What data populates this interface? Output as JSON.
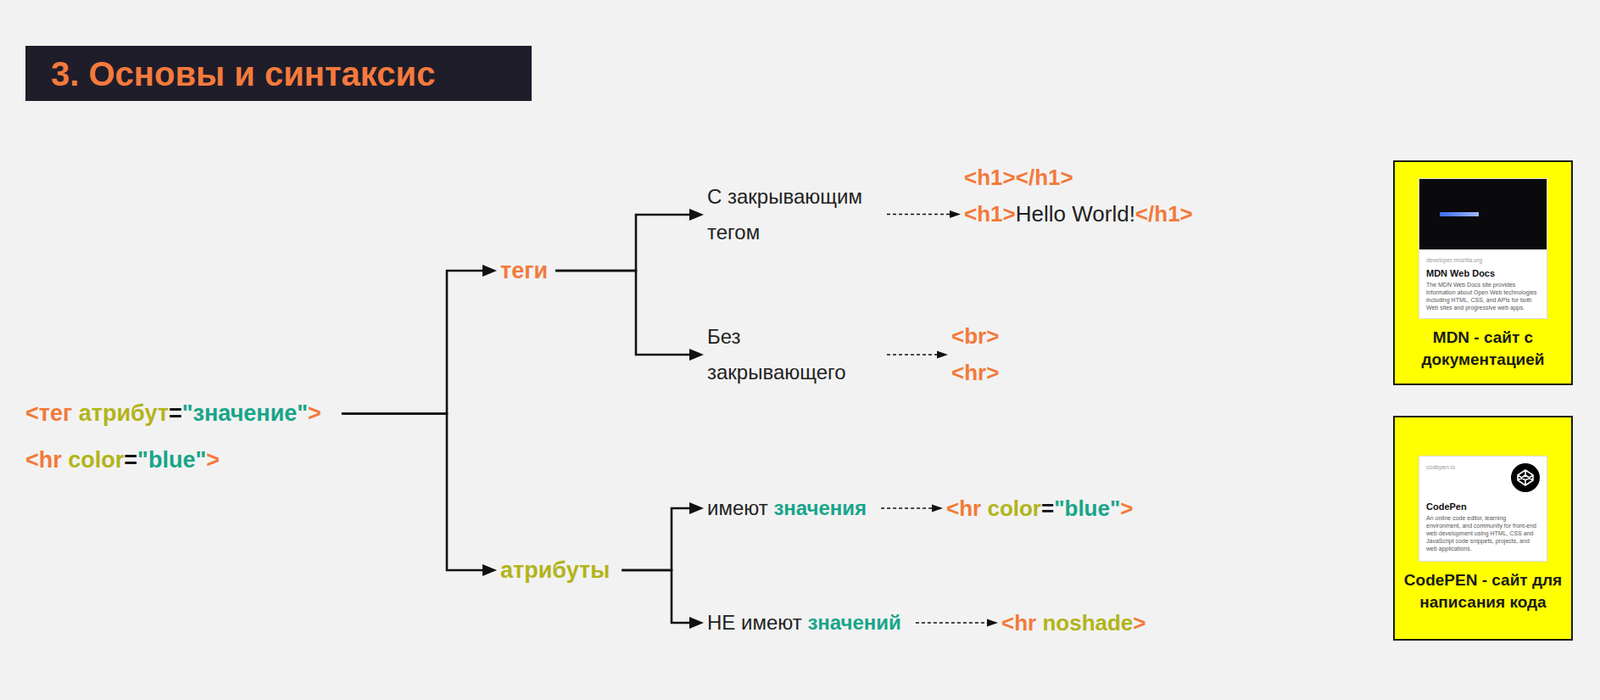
{
  "diagram": {
    "title": "3. Основы и синтаксис",
    "nodes": [
      {
        "text": [
          "<тег атрибут=\"значение\">",
          "<hr color=\"blue\">"
        ]
      },
      {
        "text": [
          "теги"
        ]
      },
      {
        "text": [
          "С закрывающим тегом"
        ]
      },
      {
        "text": [
          "<h1></h1>",
          "<h1>Hello World!</h1>"
        ]
      },
      {
        "text": [
          "Без закрывающего"
        ]
      },
      {
        "text": [
          "<br>",
          "<hr>"
        ]
      },
      {
        "text": [
          "атрибуты"
        ]
      },
      {
        "text": [
          "имеют значения"
        ]
      },
      {
        "text": [
          "<hr color=\"blue\">"
        ]
      },
      {
        "text": [
          "НЕ имеют значений"
        ]
      },
      {
        "text": [
          "<hr noshade>"
        ]
      },
      {
        "text": [
          "MDN - сайт с документацией"
        ]
      },
      {
        "text": [
          "developer.mozilla.org",
          "MDN Web Docs",
          "The MDN Web Docs site provides information about Open Web technologies including HTML, CSS, and APIs for both Web sites and progressive web apps."
        ],
        "in": 11
      },
      {
        "text": [
          "CodePEN - сайт для написания кода"
        ]
      },
      {
        "text": [
          "codepen.io",
          "CodePen",
          "An online code editor, learning environment, and community for front-end web development using HTML, CSS and JavaScript code snippets, projects, and web applications."
        ],
        "in": 13
      }
    ],
    "edges": [
      {
        "from": 0,
        "to": 1,
        "arrow": "to"
      },
      {
        "from": 0,
        "to": 6,
        "arrow": "to"
      },
      {
        "from": 1,
        "to": 2,
        "arrow": "to"
      },
      {
        "from": 1,
        "to": 4,
        "arrow": "to"
      },
      {
        "from": 2,
        "to": 3,
        "arrow": "to"
      },
      {
        "from": 4,
        "to": 5,
        "arrow": "to"
      },
      {
        "from": 6,
        "to": 7,
        "arrow": "to"
      },
      {
        "from": 6,
        "to": 9,
        "arrow": "to"
      },
      {
        "from": 7,
        "to": 8,
        "arrow": "to"
      },
      {
        "from": 9,
        "to": 10,
        "arrow": "to"
      }
    ]
  }
}
